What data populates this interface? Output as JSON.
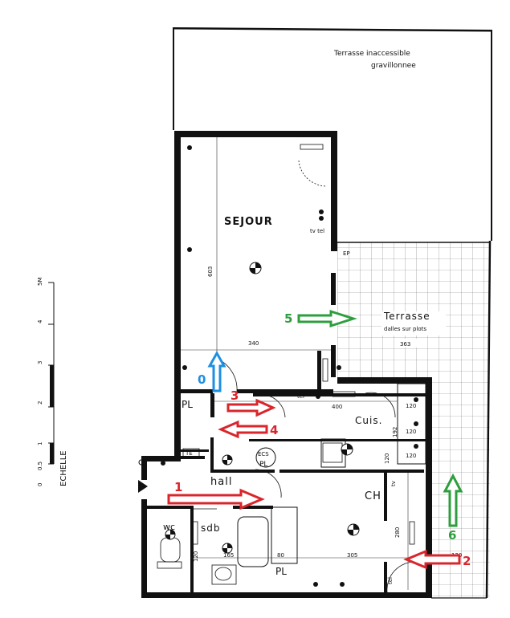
{
  "terrace_top": {
    "line1": "Terrasse inaccessible",
    "line2": "gravillonnee"
  },
  "terrace_right": {
    "title": "Terrasse",
    "subtitle": "dalles sur plots",
    "dim": "363"
  },
  "rooms": {
    "sejour": "SEJOUR",
    "cuisine": "Cuis.",
    "hall": "hall",
    "chambre": "CH",
    "sdb": "sdb",
    "wc": "wc",
    "pl_top": "PL",
    "pl_bottom": "PL"
  },
  "dimensions": {
    "sejour_height": "603",
    "sejour_width": "340",
    "kitchen_width": "400",
    "d120a": "120",
    "d120b": "120",
    "d120c": "120",
    "d120d": "120",
    "d120e": "120",
    "d192": "192",
    "d280": "280",
    "d120_ch": "120",
    "d165": "165",
    "d80": "80",
    "d305": "305"
  },
  "equipment": {
    "tv_tel_sejour": "tv tel",
    "tel_kitchen": "tel",
    "ecs": "ECS",
    "ecs_pl": "PL",
    "te": "TE",
    "ep": "EP",
    "tv_ch": "tv",
    "tel_ch": "tel"
  },
  "scale": {
    "label": "ECHELLE",
    "ticks": [
      "0",
      "0.5",
      "1",
      "2",
      "3",
      "4",
      "5M"
    ]
  },
  "arrows": [
    {
      "id": "0",
      "color": "#1e8fe0",
      "direction": "up"
    },
    {
      "id": "1",
      "color": "#d8262c",
      "direction": "right"
    },
    {
      "id": "2",
      "color": "#d8262c",
      "direction": "left"
    },
    {
      "id": "3",
      "color": "#d8262c",
      "direction": "right"
    },
    {
      "id": "4",
      "color": "#d8262c",
      "direction": "left"
    },
    {
      "id": "5",
      "color": "#2e9e3e",
      "direction": "right"
    },
    {
      "id": "6",
      "color": "#2e9e3e",
      "direction": "up"
    }
  ]
}
